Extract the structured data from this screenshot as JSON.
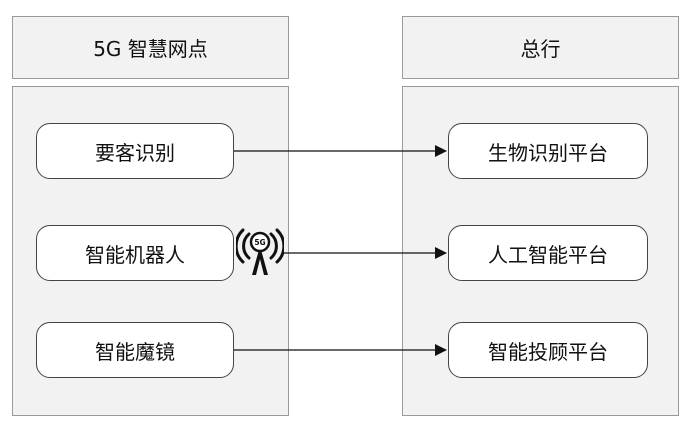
{
  "left": {
    "title": "5G 智慧网点",
    "items": [
      {
        "label": "要客识别"
      },
      {
        "label": "智能机器人"
      },
      {
        "label": "智能魔镜"
      }
    ]
  },
  "right": {
    "title": "总行",
    "items": [
      {
        "label": "生物识别平台"
      },
      {
        "label": "人工智能平台"
      },
      {
        "label": "智能投顾平台"
      }
    ]
  },
  "antenna": {
    "label": "5G",
    "icon": "5g-antenna-icon"
  },
  "colors": {
    "panel_fill": "#f2f2f2",
    "panel_border": "#9a9a9a",
    "node_border": "#444444",
    "line": "#111111"
  }
}
